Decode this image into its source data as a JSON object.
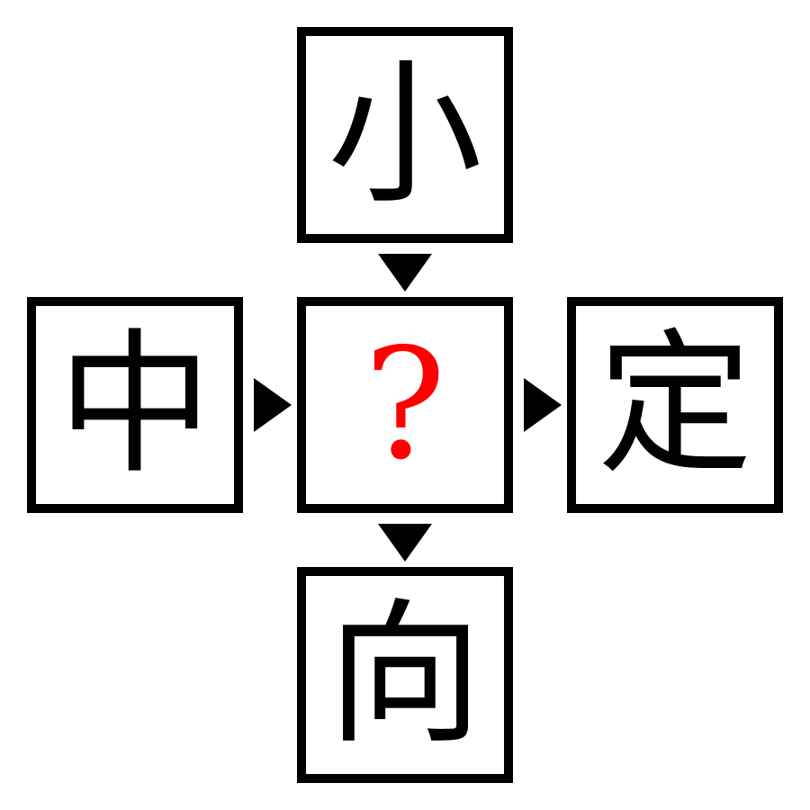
{
  "puzzle": {
    "top": "小",
    "left": "中",
    "center": "?",
    "right": "定",
    "bottom": "向"
  },
  "colors": {
    "answer": "#ff0000",
    "ink": "#000000",
    "background": "#ffffff"
  }
}
